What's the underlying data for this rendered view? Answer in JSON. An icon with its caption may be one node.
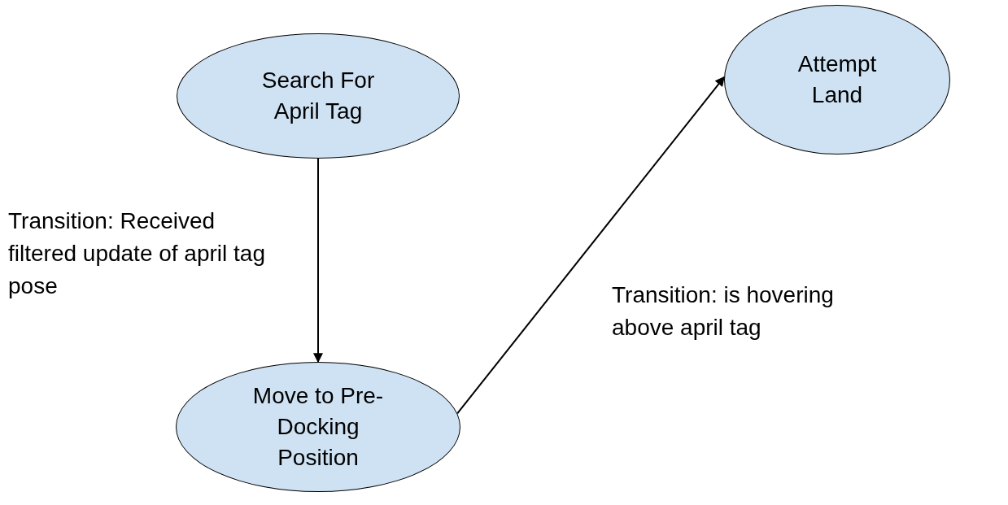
{
  "diagram": {
    "nodes": [
      {
        "text": [
          "Search For April Tag"
        ]
      },
      {
        "text": [
          "Move to Pre-Docking Position"
        ]
      },
      {
        "text": [
          "Attempt Land"
        ]
      }
    ],
    "edges": [
      {
        "from": 0,
        "to": 1,
        "arrow": "to",
        "label": "Transition: Received filtered update of april tag pose"
      },
      {
        "from": 1,
        "to": 2,
        "arrow": "to",
        "label": "Transition: is hovering above april tag"
      }
    ]
  }
}
